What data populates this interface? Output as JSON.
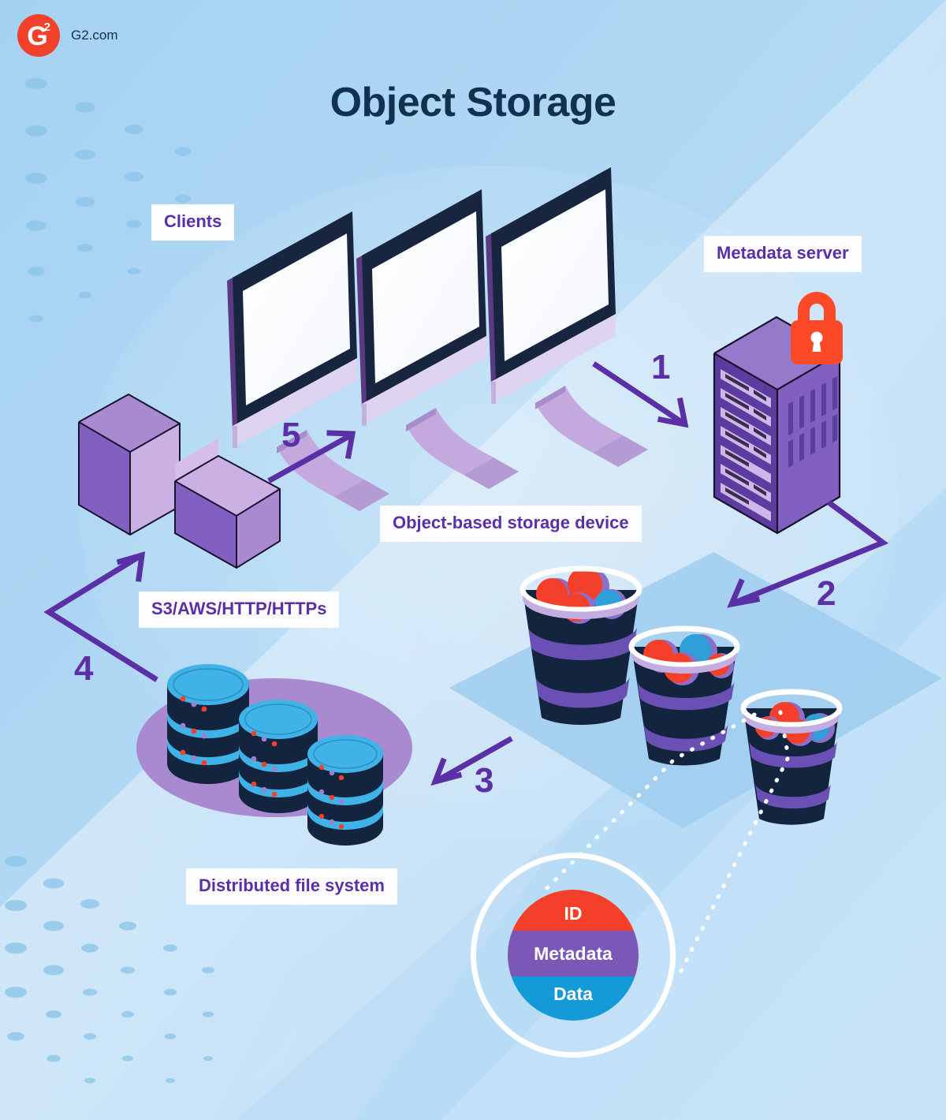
{
  "brand": {
    "logo_icon": "g2-logo-icon",
    "logo_glyph": "G",
    "logo_superscript": "2",
    "name": "G2.com",
    "accent_color": "#f2412a"
  },
  "title": "Object Storage",
  "colors": {
    "background": "#a9d4f2",
    "background_light": "#d7e9f9",
    "title_navy": "#10314f",
    "label_purple": "#5a2fa8",
    "arrow_purple": "#5b2fa6",
    "device_navy": "#13243f",
    "purple_dark": "#7152b8",
    "purple_mid": "#8f6cc9",
    "purple_light": "#cbb4e3",
    "accent_red": "#f4402a",
    "accent_blue": "#149bd7",
    "band_purple": "#7b57b8"
  },
  "labels": {
    "clients": "Clients",
    "metadata_server": "Metadata server",
    "object_based_storage_device": "Object-based storage device",
    "protocols": "S3/AWS/HTTP/HTTPs",
    "distributed_file_system": "Distributed file system"
  },
  "steps": [
    {
      "number": "1",
      "from": "clients",
      "to": "metadata-server"
    },
    {
      "number": "2",
      "from": "metadata-server",
      "to": "object-based-storage-device"
    },
    {
      "number": "3",
      "from": "object-based-storage-device",
      "to": "distributed-file-system"
    },
    {
      "number": "4",
      "from": "distributed-file-system",
      "to": "protocol-blocks"
    },
    {
      "number": "5",
      "from": "protocol-blocks",
      "to": "clients"
    }
  ],
  "callout": {
    "name": "object-composition",
    "bands": [
      {
        "label": "ID",
        "color": "#f4402a"
      },
      {
        "label": "Metadata",
        "color": "#7b57b8"
      },
      {
        "label": "Data",
        "color": "#149bd7"
      }
    ]
  },
  "scene": {
    "clients": {
      "icon": "monitor-icon",
      "count": 3
    },
    "metadata_server": {
      "icon": "server-rack-icon",
      "badge_icon": "padlock-icon",
      "count": 1
    },
    "storage_device": {
      "icon": "bucket-icon",
      "count": 3,
      "balls_per_bucket": 4
    },
    "distributed_file_system": {
      "icon": "database-cylinder-icon",
      "count": 3
    },
    "protocol_blocks": {
      "icon": "cube-icon",
      "count": 2
    }
  }
}
